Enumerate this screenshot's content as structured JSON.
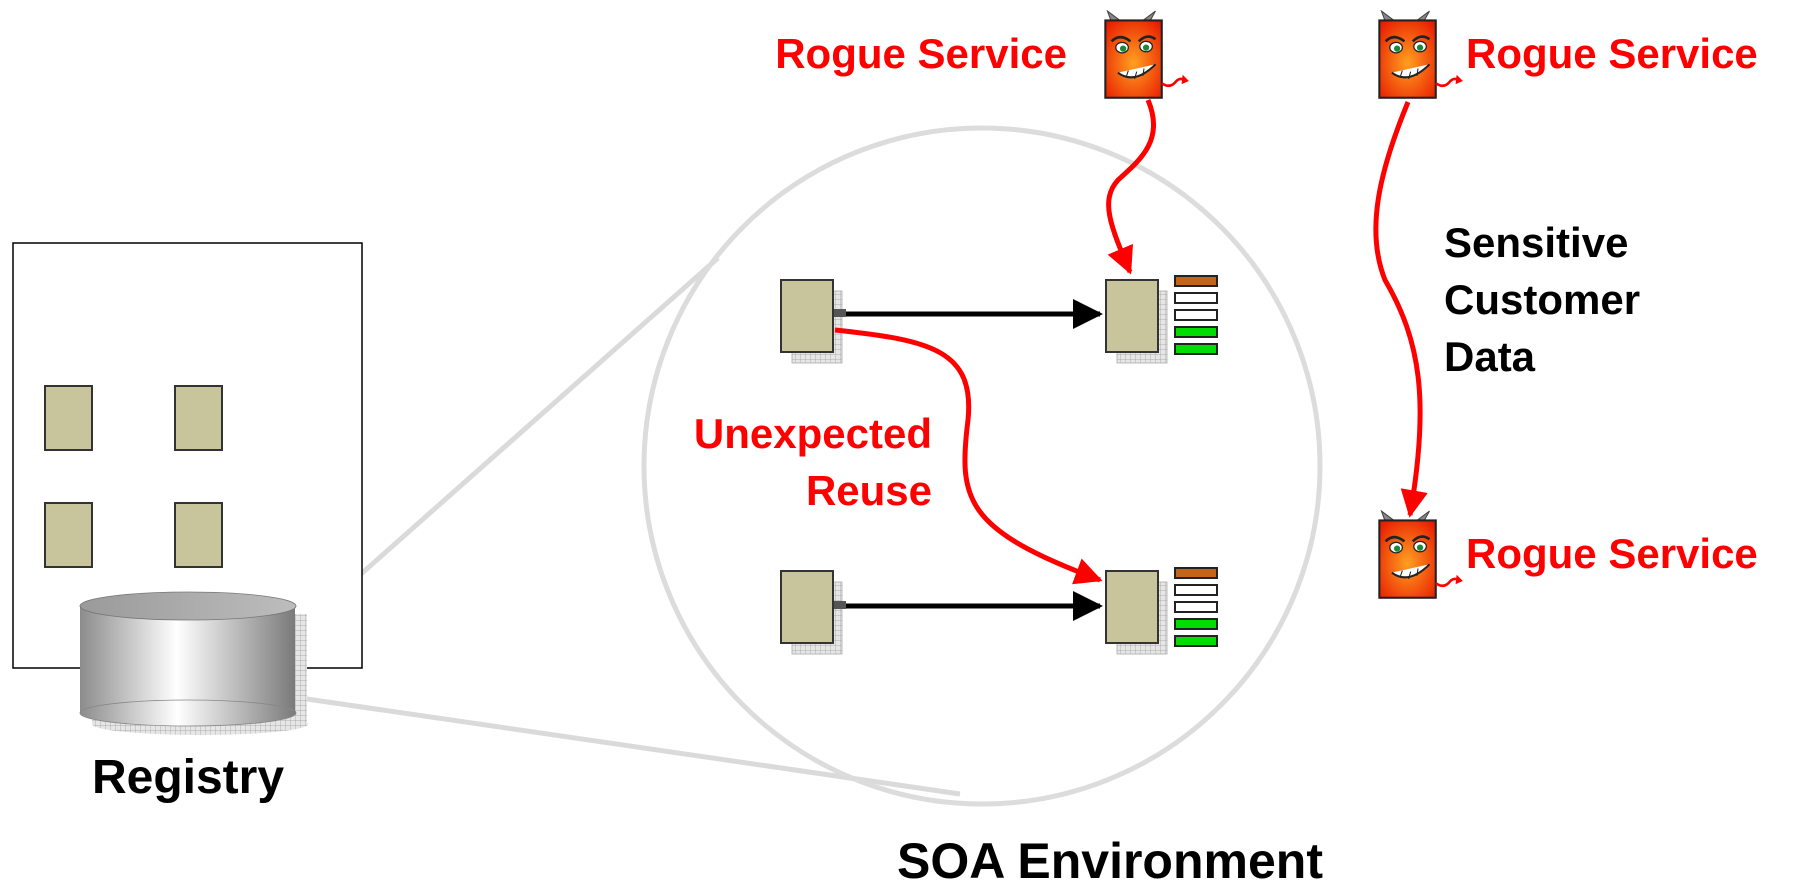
{
  "labels": {
    "rogue_service_top_left": "Rogue Service",
    "rogue_service_top_right": "Rogue Service",
    "rogue_service_bottom_right": "Rogue Service",
    "unexpected_reuse_line1": "Unexpected",
    "unexpected_reuse_line2": "Reuse",
    "sensitive_line1": "Sensitive",
    "sensitive_line2": "Customer",
    "sensitive_line3": "Data",
    "registry": "Registry",
    "soa_environment": "SOA Environment"
  },
  "icons": {
    "rogue_service": "devil-document-icon",
    "service": "service-box-icon",
    "registry": "database-cylinder-icon"
  },
  "colors": {
    "rogue_red": "#ff0000",
    "service_fill": "#c8c49c",
    "interface_orange": "#c0651b",
    "interface_green": "#00dd00",
    "arrow_black": "#000000",
    "zoom_gray": "#d9d9d9"
  }
}
